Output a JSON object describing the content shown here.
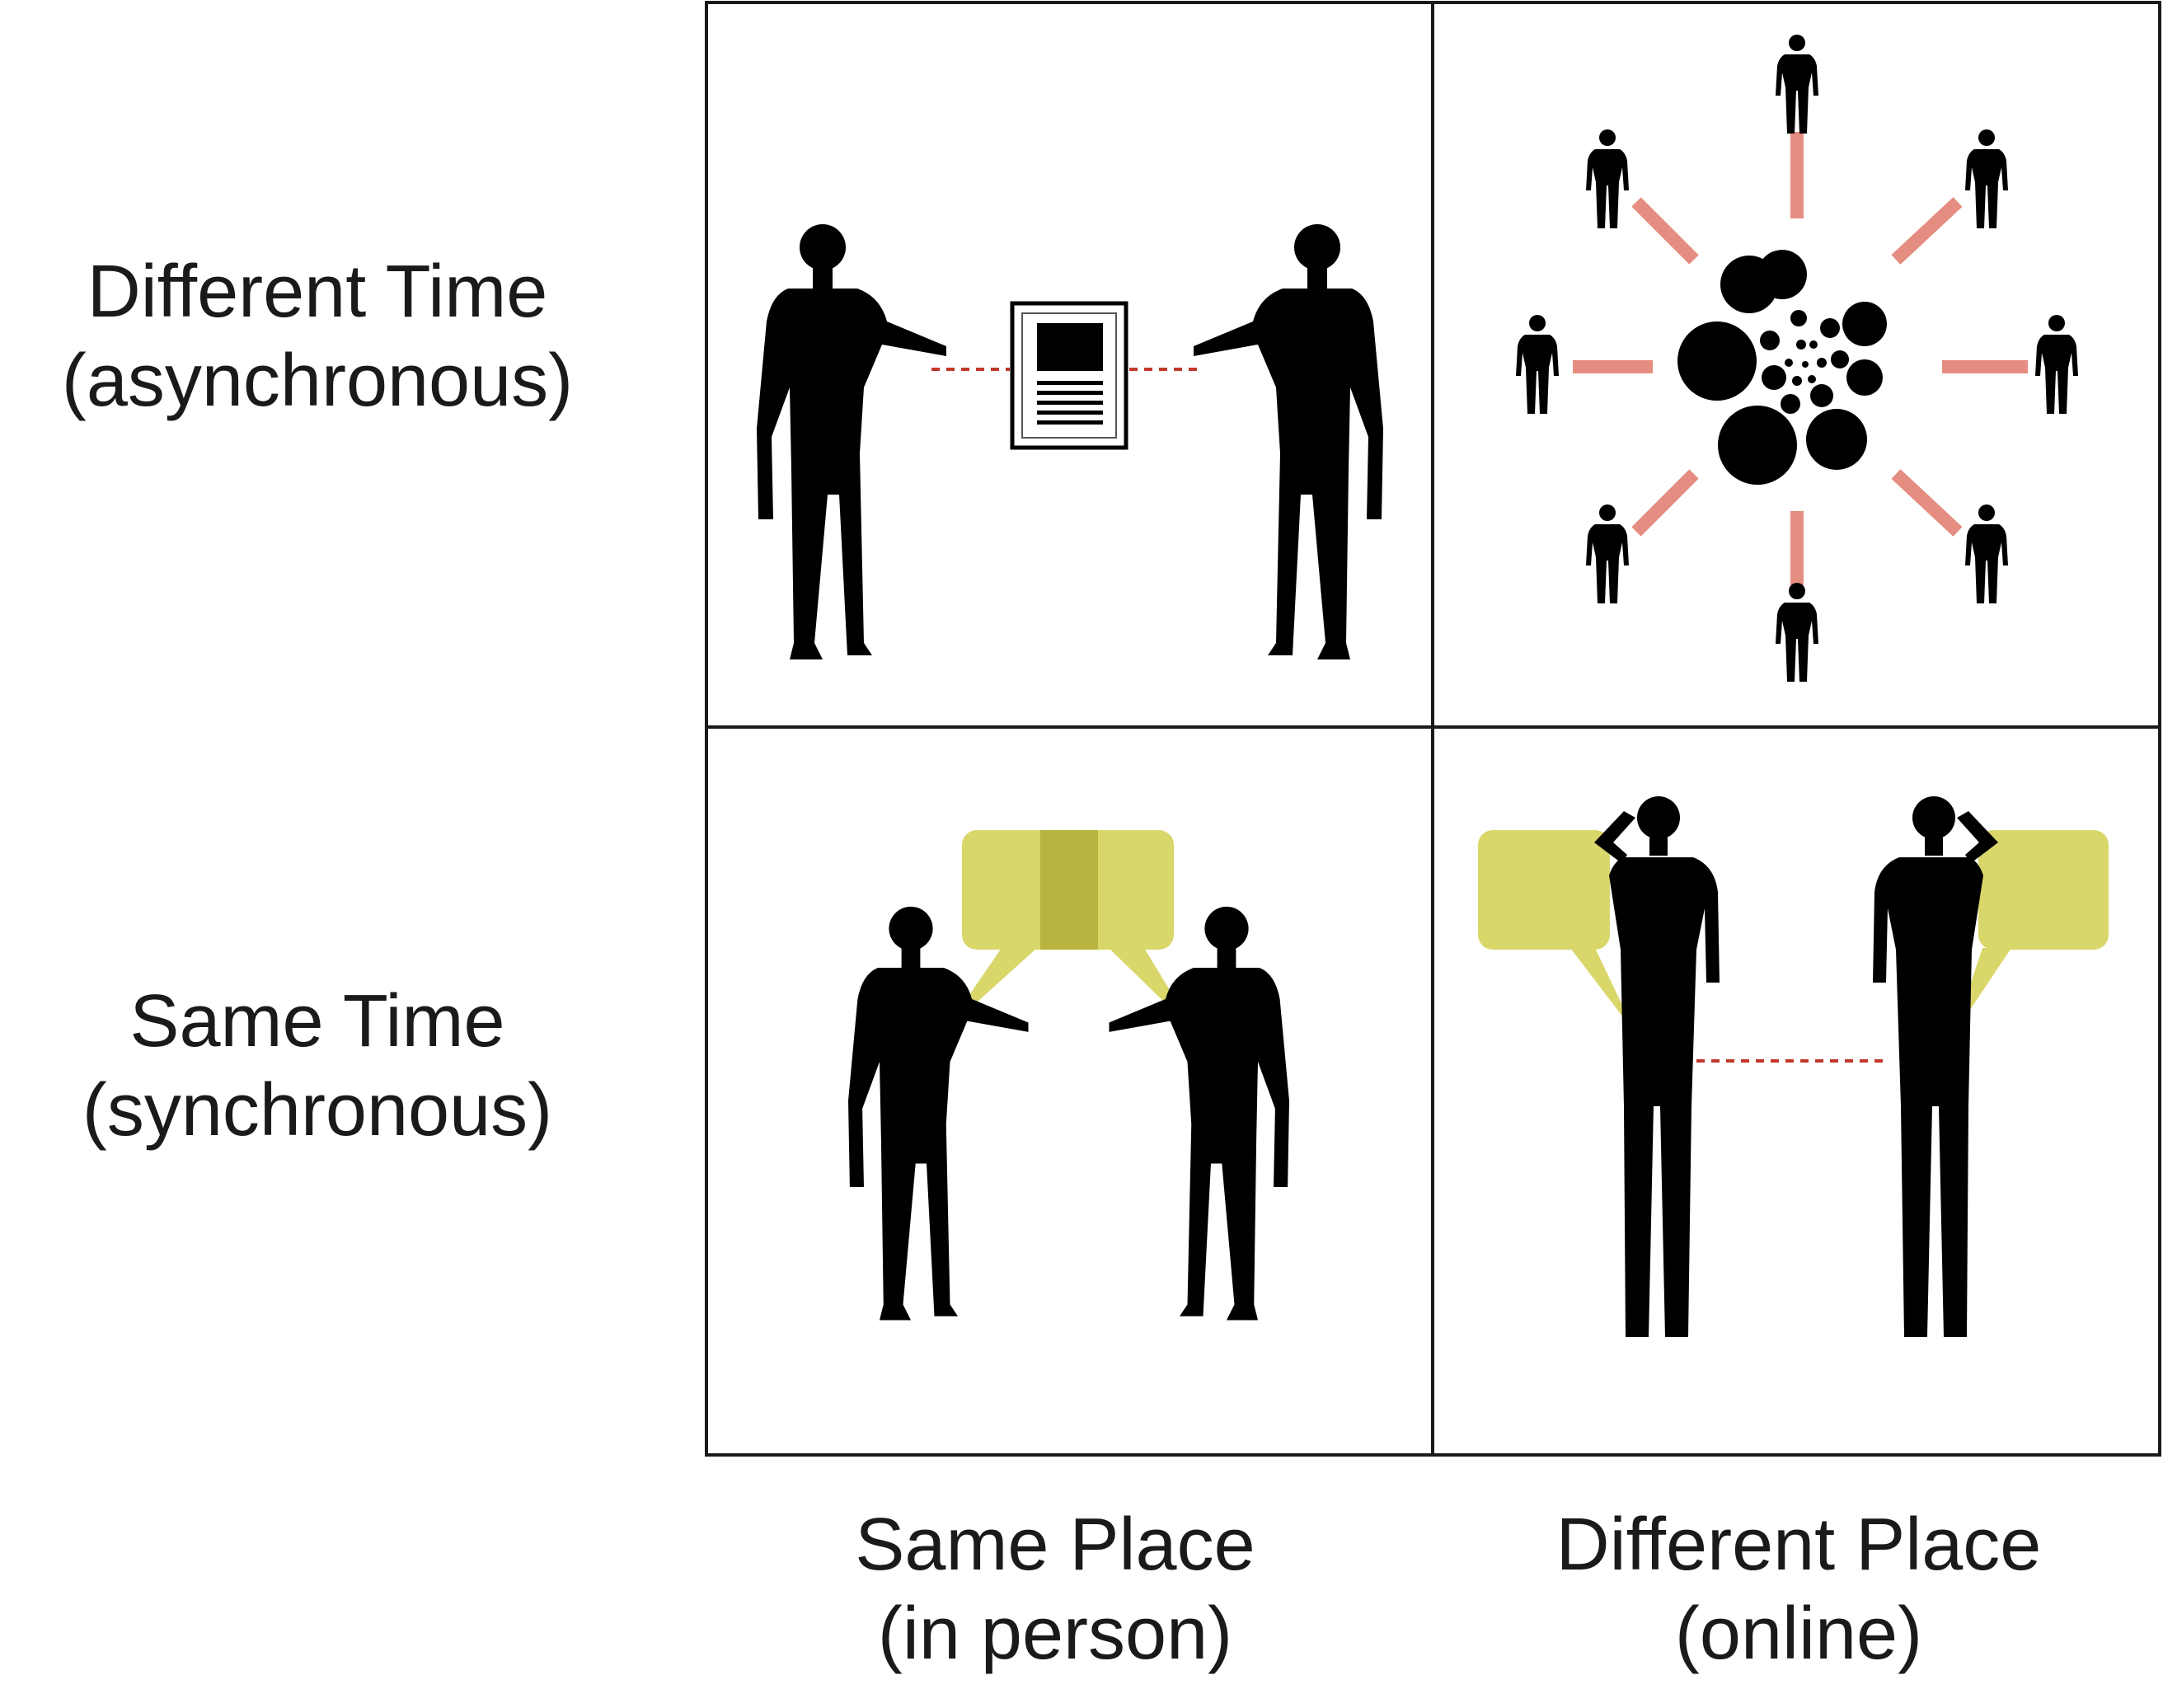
{
  "rows": [
    {
      "line1": "Different Time",
      "line2": "(asynchronous)"
    },
    {
      "line1": "Same Time",
      "line2": "(synchronous)"
    }
  ],
  "columns": [
    {
      "line1": "Same Place",
      "line2": "(in person)"
    },
    {
      "line1": "Different Place",
      "line2": "(online)"
    }
  ],
  "colors": {
    "figure": "#000000",
    "grid_line": "#1a1a1a",
    "dashed_link": "#c0392b",
    "ray_link": "#e07a6a",
    "speech_bubble": "#d9d66a",
    "speech_overlap": "#b8b440"
  }
}
